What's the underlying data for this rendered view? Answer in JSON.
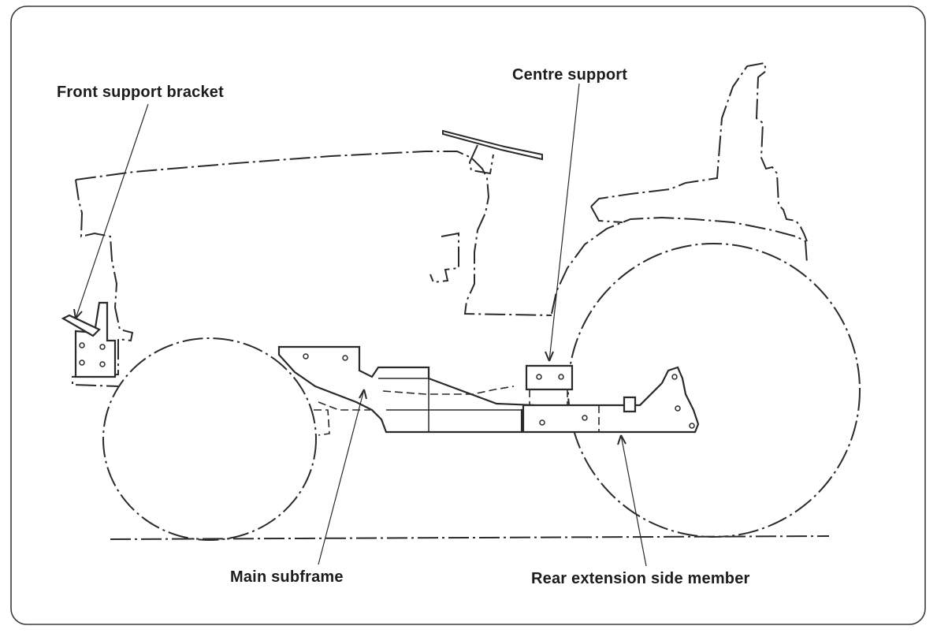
{
  "labels": {
    "front_support_bracket": "Front support bracket",
    "centre_support": "Centre support",
    "main_subframe": "Main subframe",
    "rear_extension_side_member": "Rear extension side member"
  },
  "colors": {
    "line": "#2a2a2a",
    "background": "#ffffff"
  }
}
